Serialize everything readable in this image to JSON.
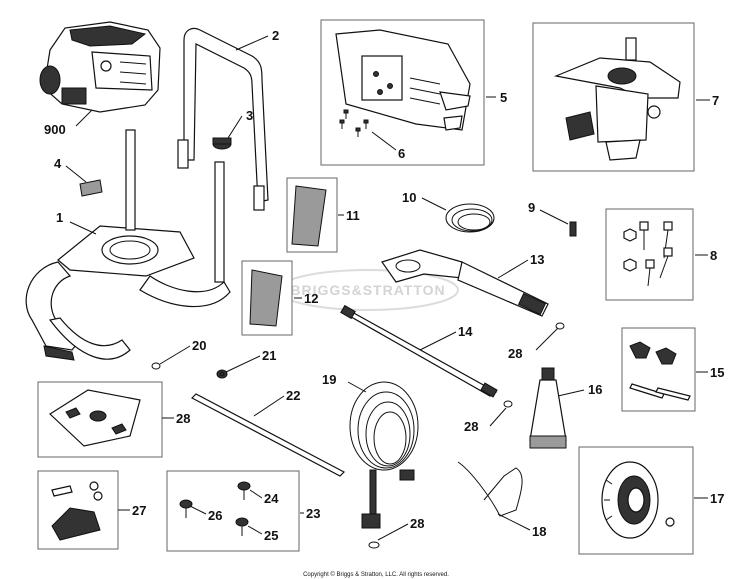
{
  "diagram": {
    "watermark": "BRIGGS&STRATTON",
    "copyright": "Copyright © Briggs & Stratton, LLC. All rights reserved.",
    "callouts": [
      {
        "id": "c900",
        "label": "900"
      },
      {
        "id": "c1",
        "label": "1"
      },
      {
        "id": "c2",
        "label": "2"
      },
      {
        "id": "c3",
        "label": "3"
      },
      {
        "id": "c4",
        "label": "4"
      },
      {
        "id": "c5",
        "label": "5"
      },
      {
        "id": "c6",
        "label": "6"
      },
      {
        "id": "c7",
        "label": "7"
      },
      {
        "id": "c8",
        "label": "8"
      },
      {
        "id": "c9",
        "label": "9"
      },
      {
        "id": "c10",
        "label": "10"
      },
      {
        "id": "c11",
        "label": "11"
      },
      {
        "id": "c12",
        "label": "12"
      },
      {
        "id": "c13",
        "label": "13"
      },
      {
        "id": "c14",
        "label": "14"
      },
      {
        "id": "c15",
        "label": "15"
      },
      {
        "id": "c16",
        "label": "16"
      },
      {
        "id": "c17",
        "label": "17"
      },
      {
        "id": "c18",
        "label": "18"
      },
      {
        "id": "c19",
        "label": "19"
      },
      {
        "id": "c20",
        "label": "20"
      },
      {
        "id": "c21",
        "label": "21"
      },
      {
        "id": "c22",
        "label": "22"
      },
      {
        "id": "c23",
        "label": "23"
      },
      {
        "id": "c24",
        "label": "24"
      },
      {
        "id": "c25",
        "label": "25"
      },
      {
        "id": "c26",
        "label": "26"
      },
      {
        "id": "c27",
        "label": "27"
      },
      {
        "id": "c28a",
        "label": "28"
      },
      {
        "id": "c28b",
        "label": "28"
      },
      {
        "id": "c28c",
        "label": "28"
      },
      {
        "id": "c28d",
        "label": "28"
      }
    ]
  }
}
